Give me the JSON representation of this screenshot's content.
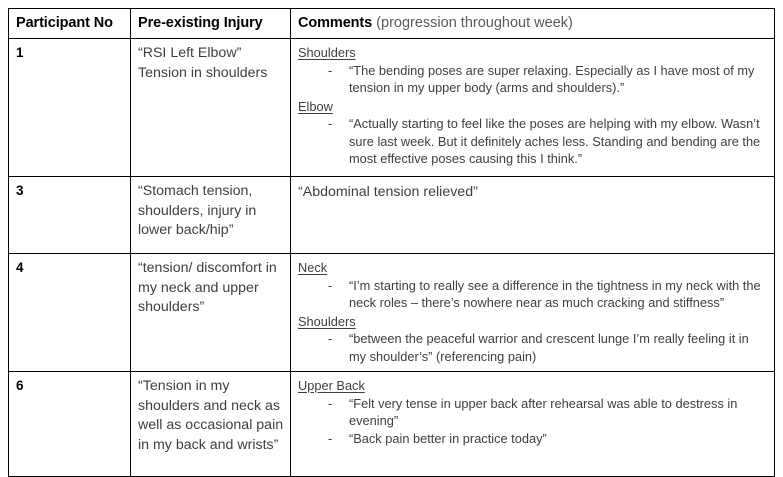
{
  "document": {
    "type": "table",
    "title": "Participant pre-existing injury and weekly progression comments"
  },
  "table": {
    "headers": {
      "participant_no": "Participant No",
      "pre_existing_injury": "Pre-existing Injury",
      "comments_strong": "Comments",
      "comments_sub": "(progression throughout week)"
    },
    "rows": [
      {
        "participant_no": "1",
        "pre_existing_injury": "“RSI Left Elbow” Tension in shoulders",
        "comment_groups": [
          {
            "title": "Shoulders",
            "bullets": [
              "“The bending poses are super relaxing. Especially as I have most of my tension in my upper body (arms and shoulders).”"
            ]
          },
          {
            "title": "Elbow",
            "bullets": [
              "“Actually starting to feel like the poses are helping with my elbow. Wasn’t sure last week. But it definitely aches less. Standing and bending are the most effective poses causing this I think.”"
            ]
          }
        ],
        "plain_comment": ""
      },
      {
        "participant_no": "3",
        "pre_existing_injury": "“Stomach tension, shoulders, injury in lower back/hip”",
        "comment_groups": [],
        "plain_comment": "“Abdominal tension relieved”"
      },
      {
        "participant_no": "4",
        "pre_existing_injury": "“tension/ discomfort in my neck and upper shoulders”",
        "comment_groups": [
          {
            "title": "Neck",
            "bullets": [
              "“I’m starting to really see a difference in the tightness in my neck with the neck roles – there’s nowhere near as much cracking and stiffness”"
            ]
          },
          {
            "title": "Shoulders",
            "bullets": [
              "“between the peaceful warrior and crescent lunge I’m really feeling it in my shoulder’s” (referencing pain)"
            ]
          }
        ],
        "plain_comment": ""
      },
      {
        "participant_no": "6",
        "pre_existing_injury": "“Tension in my shoulders and neck as well as occasional pain in my back and wrists”",
        "comment_groups": [
          {
            "title": "Upper Back",
            "bullets": [
              "“Felt very tense in upper back after rehearsal was able to destress in evening”",
              "“Back pain better in practice today”"
            ]
          }
        ],
        "plain_comment": ""
      }
    ]
  },
  "style": {
    "border_color": "#000000",
    "body_text_color": "#3f3f3f",
    "header_text_color": "#000000",
    "header_sub_color": "#5a5a5a",
    "background": "#ffffff",
    "bullet_glyph": "-"
  }
}
